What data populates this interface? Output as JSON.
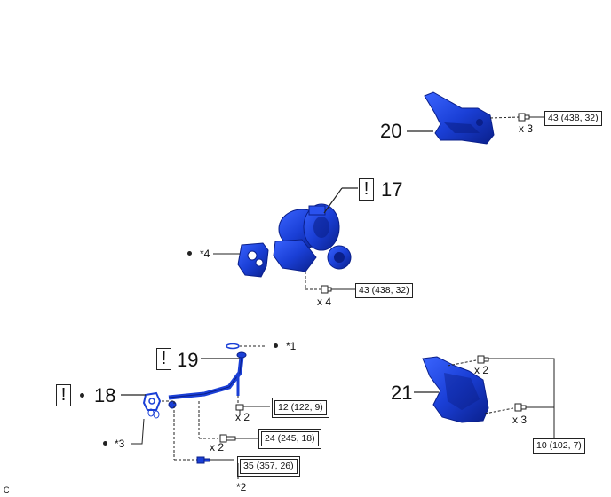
{
  "parts": {
    "p20": "20",
    "p17": "17",
    "p19": "19",
    "p18": "18",
    "p21": "21"
  },
  "notes": {
    "n4": "*4",
    "n1": "*1",
    "n3": "*3",
    "n2": "*2"
  },
  "warning_glyph": "!",
  "quantities": {
    "q20": "x 3",
    "q17": "x 4",
    "q12": "x 2",
    "q24": "x 2",
    "q21a": "x 2",
    "q21b": "x 3"
  },
  "torques": {
    "t20": "43 (438, 32)",
    "t17": "43 (438, 32)",
    "t12": "12 (122, 9)",
    "t24": "24 (245, 18)",
    "t35": "35 (357, 26)",
    "t10": "10 (102, 7)"
  },
  "corner_code": "C",
  "colors": {
    "part_fill": "#1a3fd6",
    "part_dark": "#0a1f8a",
    "line": "#222222"
  }
}
